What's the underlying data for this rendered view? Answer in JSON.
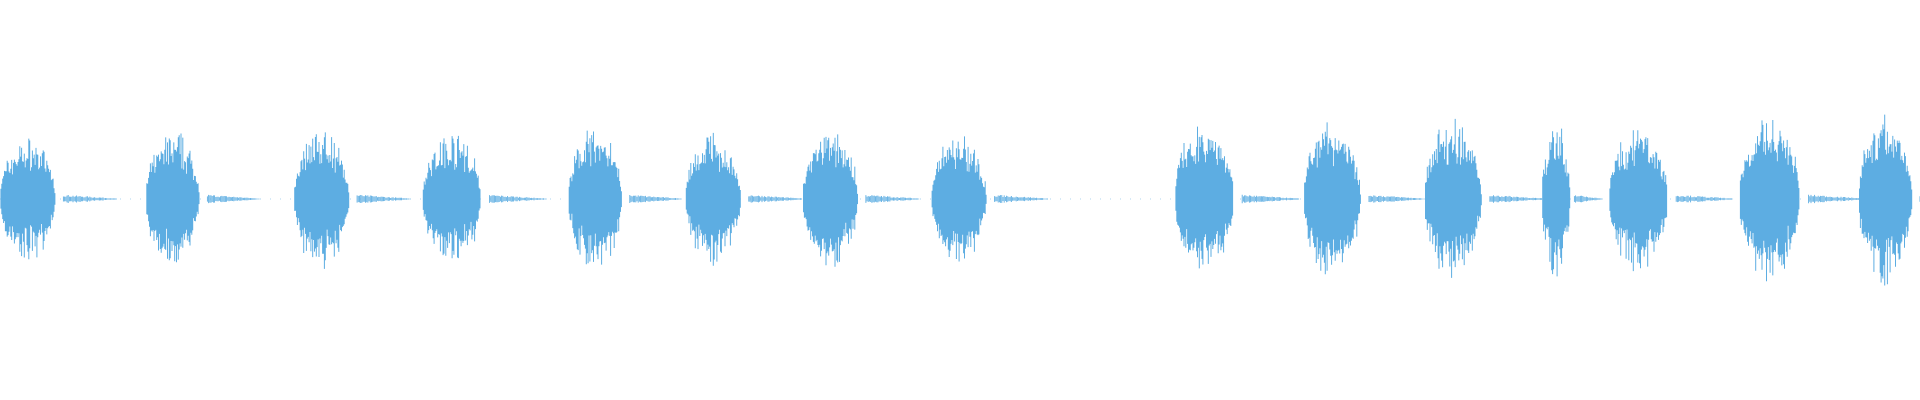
{
  "waveform": {
    "color": "#5dade2",
    "background": "#ffffff",
    "bursts": [
      {
        "start": 0.0,
        "end": 0.033,
        "amplitude": 0.33
      },
      {
        "start": 0.076,
        "end": 0.108,
        "amplitude": 0.36
      },
      {
        "start": 0.153,
        "end": 0.186,
        "amplitude": 0.38
      },
      {
        "start": 0.22,
        "end": 0.255,
        "amplitude": 0.36
      },
      {
        "start": 0.296,
        "end": 0.328,
        "amplitude": 0.38
      },
      {
        "start": 0.357,
        "end": 0.39,
        "amplitude": 0.35
      },
      {
        "start": 0.418,
        "end": 0.451,
        "amplitude": 0.37
      },
      {
        "start": 0.485,
        "end": 0.518,
        "amplitude": 0.34
      },
      {
        "start": 0.612,
        "end": 0.647,
        "amplitude": 0.42
      },
      {
        "start": 0.679,
        "end": 0.713,
        "amplitude": 0.42
      },
      {
        "start": 0.742,
        "end": 0.776,
        "amplitude": 0.42
      },
      {
        "start": 0.803,
        "end": 0.82,
        "amplitude": 0.4
      },
      {
        "start": 0.838,
        "end": 0.873,
        "amplitude": 0.39
      },
      {
        "start": 0.906,
        "end": 0.942,
        "amplitude": 0.44
      },
      {
        "start": 0.968,
        "end": 1.0,
        "amplitude": 0.45
      }
    ],
    "noise_floor": 0.01
  }
}
